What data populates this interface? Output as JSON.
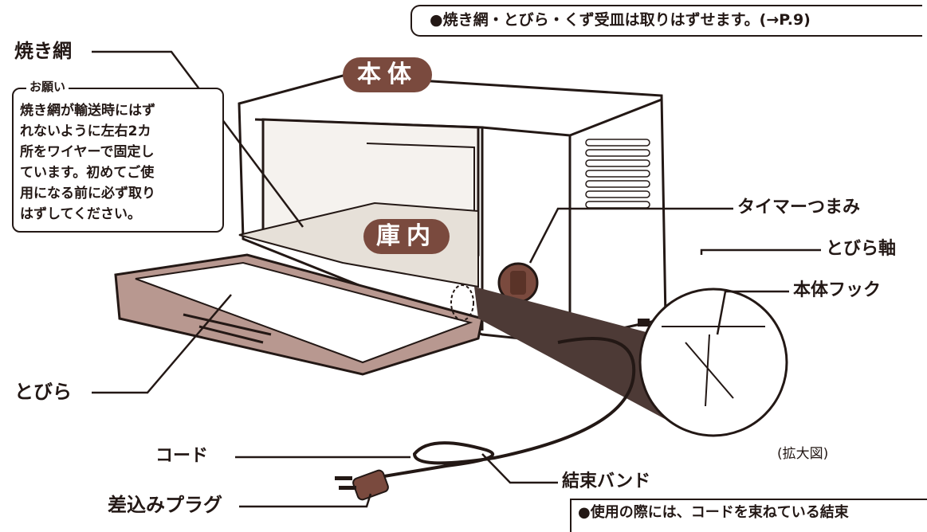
{
  "top_note": "●焼き網・とびら・くず受皿は取りはずせます。(→P.9)",
  "labels": {
    "yakiami": "焼き網",
    "hontai": "本体",
    "konai": "庫内",
    "timer": "タイマーつまみ",
    "tobira_jiku": "とびら軸",
    "hontai_hook": "本体フック",
    "tobira": "とびら",
    "cord": "コード",
    "kessoku_band": "結束バンド",
    "plug": "差込みプラグ",
    "zoom_caption": "(拡大図)"
  },
  "onegai": {
    "title": "お願い",
    "body": [
      "焼き網が輸送時にはず",
      "れないように左右2カ",
      "所をワイヤーで固定し",
      "ています。初めてご使",
      "用になる前に必ず取り",
      "はずしてください。"
    ]
  },
  "bottom_note": "●使用の際には、コードを束ねている結束",
  "colors": {
    "ink": "#231815",
    "badge": "#7a4a3e",
    "door": "#b89890",
    "mesh": "#e6e0d8"
  }
}
